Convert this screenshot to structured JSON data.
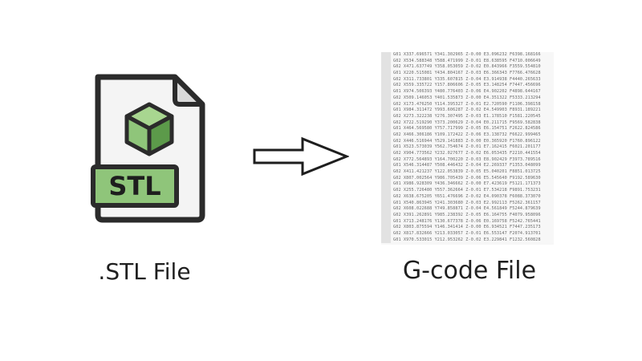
{
  "source": {
    "label": ".STL File",
    "icon": "stl-file-icon",
    "badge_text": "STL",
    "colors": {
      "outline": "#2b2b2b",
      "paper": "#f4f4f4",
      "fold": "#d9d9d9",
      "cube_light": "#8fc57a",
      "cube_dark": "#5c9a4a",
      "badge": "#8fc57a"
    }
  },
  "arrow": {
    "icon": "right-arrow-icon"
  },
  "target": {
    "label": "G-code File",
    "icon": "gcode-listing"
  }
}
